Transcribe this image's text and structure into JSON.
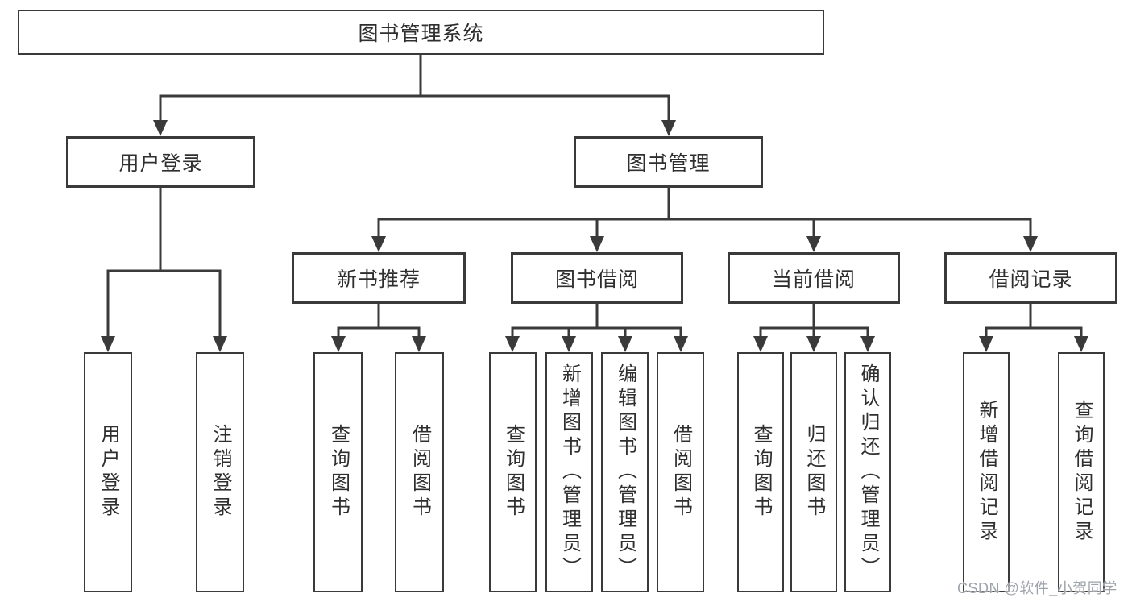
{
  "colors": {
    "canvas": "#ffffff",
    "box-border": "#3a3a3a",
    "connector": "#3a3a3a",
    "text": "#2f2f2f",
    "watermark": "#9ea3aa"
  },
  "watermark": {
    "text": "CSDN @软件_小贺同学"
  },
  "tree": {
    "label": "图书管理系统",
    "children": [
      {
        "label": "用户登录",
        "children": [
          {
            "label": "用户登录"
          },
          {
            "label": "注销登录"
          }
        ]
      },
      {
        "label": "图书管理",
        "children": [
          {
            "label": "新书推荐",
            "children": [
              {
                "label": "查询图书"
              },
              {
                "label": "借阅图书"
              }
            ]
          },
          {
            "label": "图书借阅",
            "children": [
              {
                "label": "查询图书"
              },
              {
                "label": "新增图书（管理员）"
              },
              {
                "label": "编辑图书（管理员）"
              },
              {
                "label": "借阅图书"
              }
            ]
          },
          {
            "label": "当前借阅",
            "children": [
              {
                "label": "查询图书"
              },
              {
                "label": "归还图书"
              },
              {
                "label": "确认归还（管理员）"
              }
            ]
          },
          {
            "label": "借阅记录",
            "children": [
              {
                "label": "新增借阅记录"
              },
              {
                "label": "查询借阅记录"
              }
            ]
          }
        ]
      }
    ]
  }
}
